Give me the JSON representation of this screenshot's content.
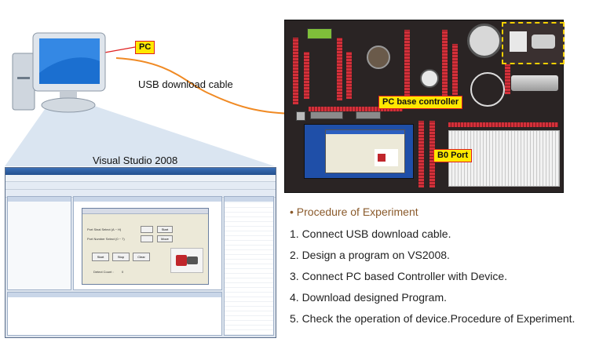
{
  "labels": {
    "pc": "PC",
    "usb_cable": "USB download cable",
    "visual_studio": "Visual Studio 2008",
    "pc_base_controller": "PC base controller",
    "b0_port": "B0 Port"
  },
  "procedure": {
    "title": "• Procedure of Experiment",
    "steps": [
      "1. Connect USB download cable.",
      "2. Design a program on VS2008.",
      "3. Connect PC based Controller with Device.",
      "4. Download designed Program.",
      "5. Check the operation of device.Procedure of Experiment."
    ]
  },
  "ide": {
    "dialog_buttons": [
      "Start",
      "Stop",
      "Clear"
    ],
    "count_label": "Detect Count :",
    "count_value": "0",
    "field_labels": [
      "Port Sinal Select (A ~ H)",
      "Port Number Select (0 ~ 7)"
    ],
    "field_buttons": [
      "Start",
      "Move"
    ]
  },
  "colors": {
    "cable": "#f08a24",
    "tag_bg": "#ffe800",
    "tag_border": "#e02020",
    "procedure_title": "#8a5a2b"
  }
}
